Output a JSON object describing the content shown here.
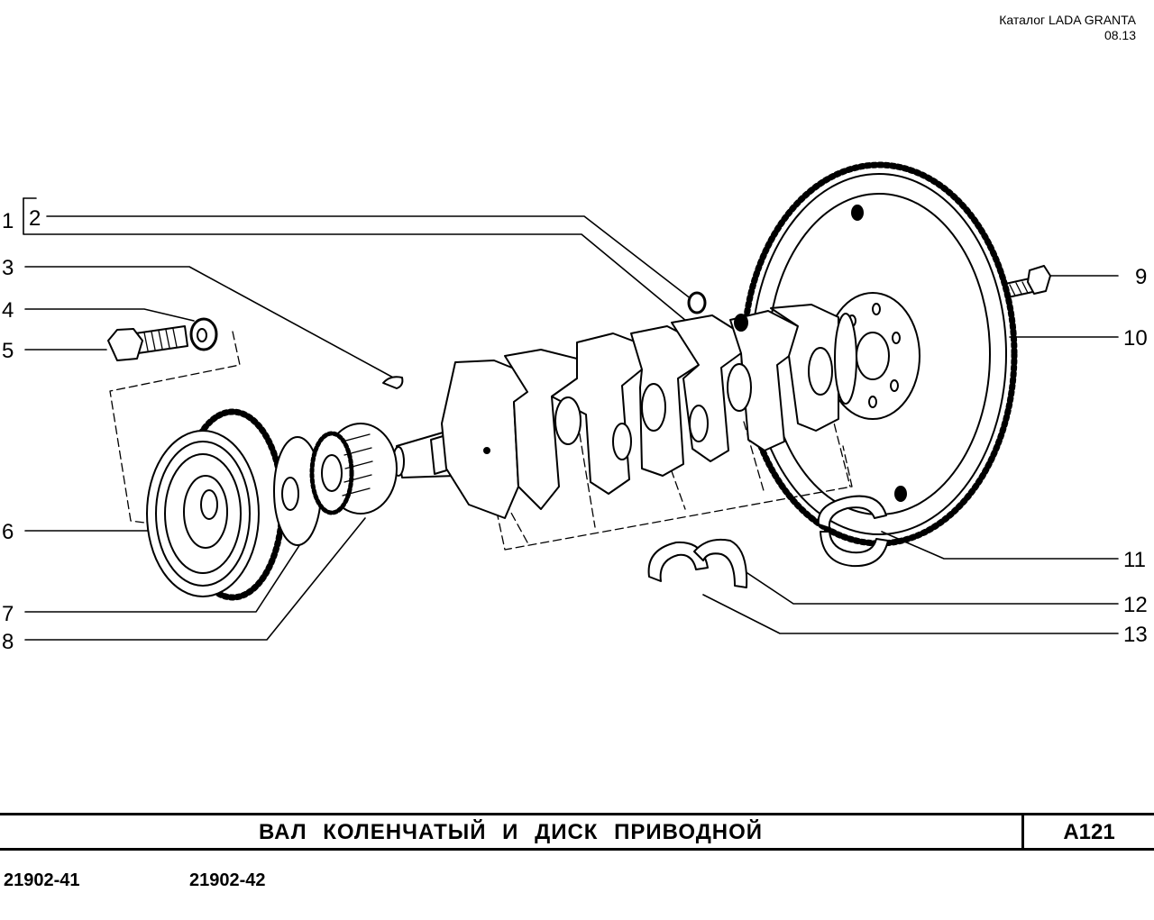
{
  "header": {
    "catalog": "Каталог  LADA  GRANTA",
    "date": "08.13"
  },
  "callouts": [
    "1",
    "2",
    "3",
    "4",
    "5",
    "6",
    "7",
    "8",
    "9",
    "10",
    "11",
    "12",
    "13"
  ],
  "title": "ВАЛ  КОЛЕНЧАТЫЙ  И  ДИСК  ПРИВОДНОЙ",
  "page_code": "A121",
  "models": [
    "21902-41",
    "21902-42"
  ]
}
